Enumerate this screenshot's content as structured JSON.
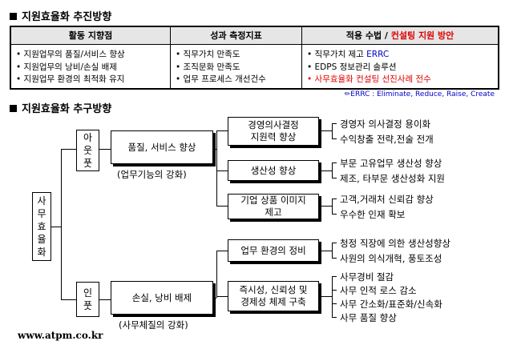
{
  "section1": {
    "title": "지원효율화 추진방향"
  },
  "table": {
    "headers": {
      "col1": "활동 지향점",
      "col2": "성과 측정지표",
      "col3_prefix": "적용 수법 / ",
      "col3_highlight": "컨설팅 지원 방안"
    },
    "col1": [
      "• 지원업무의 품질/서비스 향상",
      "• 지원업무의 낭비/손실 배제",
      "• 지원업무 환경의 최적화 유지"
    ],
    "col2": [
      "• 직무가치 만족도",
      "• 조직문화 만족도",
      "• 업무 프로세스 개선건수"
    ],
    "col3": {
      "line1_prefix": "• 직무가치 제고 ",
      "line1_acronym": "ERRC",
      "line2": "• EDPS 정보관리 솔루션",
      "line3": "• 사무효율화 컨설팅 선진사례 전수"
    }
  },
  "note": "✏ERRC : Eliminate, Reduce, Raise, Create",
  "section2": {
    "title": "지원효율화 추구방향"
  },
  "diagram": {
    "root": [
      "사",
      "무",
      "효",
      "율",
      "화"
    ],
    "branch_top": {
      "label": [
        "아",
        "웃",
        "풋"
      ],
      "main": "품질, 서비스 향상",
      "caption": "(업무기능의 강화)"
    },
    "branch_bottom": {
      "label": [
        "인",
        "풋"
      ],
      "main": "손실, 낭비 배제",
      "caption": "(사무체질의 강화)"
    },
    "mids": {
      "m1": [
        "경영의사결정",
        "지원력 향상"
      ],
      "m2": [
        "생산성 향상"
      ],
      "m3": [
        "기업 상품 이미지",
        "제고"
      ],
      "m4": [
        "업무 환경의 정비"
      ],
      "m5": [
        "즉시성, 신뢰성 및",
        "경제성 체제 구축"
      ]
    },
    "leaves": {
      "m1": [
        "경영자 의사결정 용이화",
        "수익창출 전략,전술 전개"
      ],
      "m2": [
        "부문 고유업무 생산성 향상",
        "제조, 타부문 생산성화 지원"
      ],
      "m3": [
        "고객,거래처 신뢰감 향상",
        "우수한 인재 확보"
      ],
      "m4": [
        "청정 직장에 의한 생산성향상",
        "사원의 의식개혁, 풍토조성"
      ],
      "m5": [
        "사무경비 절감",
        "사무 인적 로스 감소",
        "사무 간소화/표준화/신속화",
        "사무 품질 향상"
      ]
    }
  },
  "footer": "www.atpm.co.kr"
}
